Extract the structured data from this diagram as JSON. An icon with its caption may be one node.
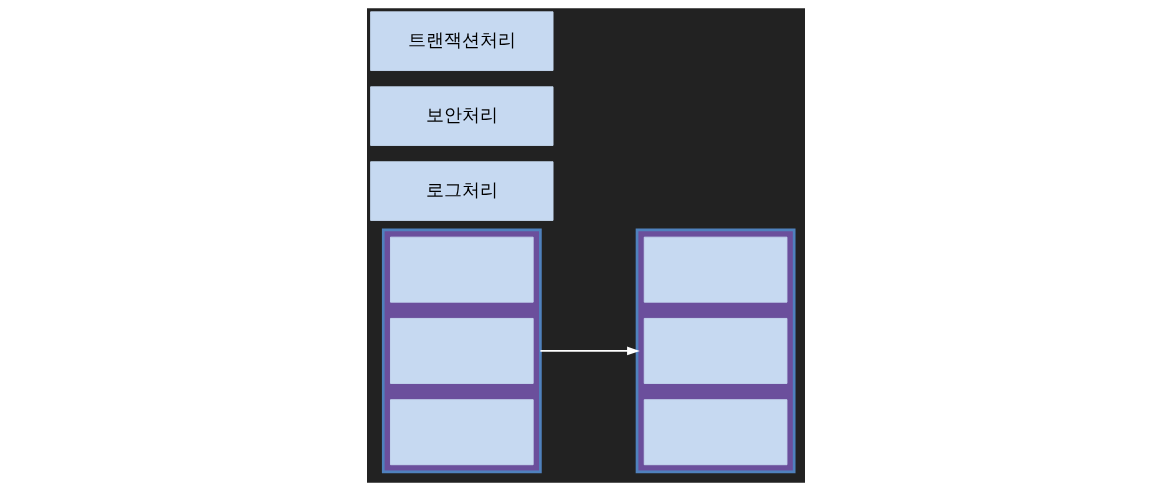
{
  "diagram": {
    "nodes": [
      {
        "text": [],
        "shape": "box"
      },
      {
        "text": [],
        "shape": "box",
        "in": 0
      },
      {
        "text": [],
        "shape": "box",
        "in": 0
      },
      {
        "text": [],
        "shape": "box",
        "in": 0
      },
      {
        "text": [],
        "shape": "box"
      },
      {
        "text": [],
        "shape": "box",
        "in": 4
      },
      {
        "text": [],
        "shape": "box",
        "in": 4
      },
      {
        "text": [],
        "shape": "box",
        "in": 4
      },
      {
        "text": [
          "로그처리"
        ]
      },
      {
        "text": [
          "보안처리"
        ]
      },
      {
        "text": [
          "트랜잭션처리"
        ]
      }
    ],
    "edges": [
      {
        "from": 0,
        "to": 4,
        "arrow": "to"
      }
    ]
  }
}
